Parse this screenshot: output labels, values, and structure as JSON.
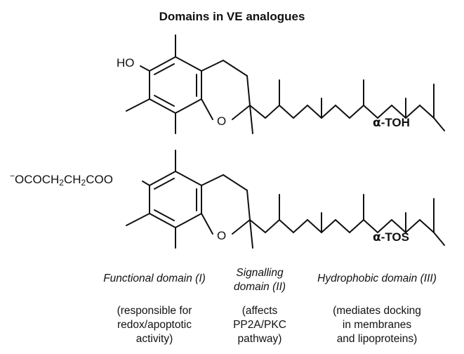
{
  "figure": {
    "title": "Domains in VE analogues"
  },
  "compounds": [
    {
      "label_prefix": "α",
      "label_suffix": "-TOH",
      "substituent": "HO",
      "ring_oxygen": "O"
    },
    {
      "label_prefix": "α",
      "label_suffix": "-TOS",
      "substituent_parts": {
        "charge": "−",
        "part1": "OCOCH",
        "sub1": "2",
        "part2": "CH",
        "sub2": "2",
        "part3": "COO"
      },
      "ring_oxygen": "O"
    }
  ],
  "domains": [
    {
      "title_lines": [
        "Functional domain (I)"
      ],
      "description_lines": [
        "(responsible for",
        "redox/apoptotic",
        "activity)"
      ]
    },
    {
      "title_lines": [
        "Signalling",
        "domain (II)"
      ],
      "description_lines": [
        "(affects",
        "PP2A/PKC",
        "pathway)"
      ]
    },
    {
      "title_lines": [
        "Hydrophobic domain (III)"
      ],
      "description_lines": [
        "(mediates docking",
        "in membranes",
        "and lipoproteins)"
      ]
    }
  ]
}
